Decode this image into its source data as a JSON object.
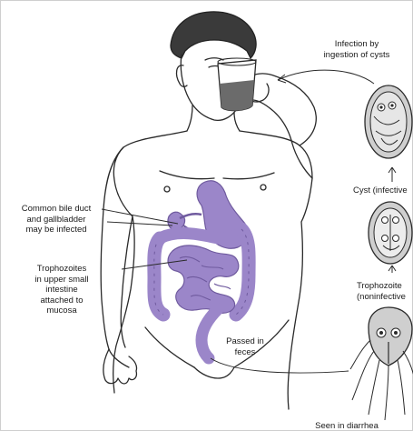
{
  "labels": {
    "infection": [
      "Infection by",
      "ingestion of cysts"
    ],
    "bile": [
      "Common bile duct",
      "and gallbladder",
      "may be infected"
    ],
    "trophozoites_intestine": [
      "Trophozoites",
      "in upper small",
      "intestine",
      "attached to",
      "mucosa"
    ],
    "feces": [
      "Passed in",
      "feces"
    ],
    "cyst": "Cyst (infective",
    "trophozoite_right": [
      "Trophozoite",
      "(noninfective"
    ],
    "bottom": "Seen in diarrhea"
  },
  "colors": {
    "intestine": "#9b86c9",
    "intestine_dark": "#6f5a9e",
    "outline": "#2a2a2a",
    "hair": "#3a3a3a",
    "drink": "#6b6b6b"
  }
}
